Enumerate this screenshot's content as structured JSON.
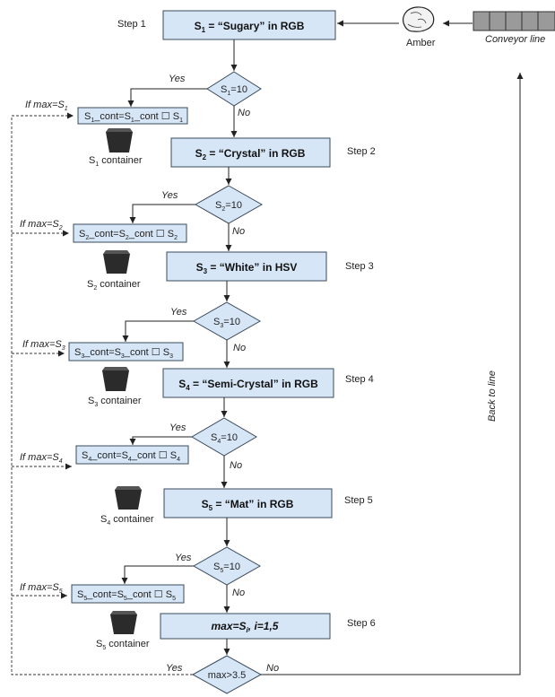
{
  "steps": [
    {
      "n": "S",
      "sub": "1",
      "text": " = “Sugary” in RGB",
      "label": "Step 1",
      "decision": {
        "n": "S",
        "sub": "1",
        "tail": "=10"
      },
      "store": {
        "a": "S",
        "asub": "1",
        "mid": "_cont=S",
        "bsub": "1",
        "end": "_cont ☐ S",
        "csub": "1"
      },
      "container": {
        "n": "S",
        "sub": "1",
        "tail": " container"
      },
      "cond": {
        "pre": "If max=S",
        "sub": "1"
      }
    },
    {
      "n": "S",
      "sub": "2",
      "text": " = “Crystal” in RGB",
      "label": "Step 2",
      "decision": {
        "n": "S",
        "sub": "2",
        "tail": "=10"
      },
      "store": {
        "a": "S",
        "asub": "2",
        "mid": "_cont=S",
        "bsub": "2",
        "end": "_cont ☐ S",
        "csub": "2"
      },
      "container": {
        "n": "S",
        "sub": "2",
        "tail": " container"
      },
      "cond": {
        "pre": "If max=S",
        "sub": "2"
      }
    },
    {
      "n": "S",
      "sub": "3",
      "text": " = “White” in HSV",
      "label": "Step 3",
      "decision": {
        "n": "S",
        "sub": "3",
        "tail": "=10"
      },
      "store": {
        "a": "S",
        "asub": "3",
        "mid": "_cont=S",
        "bsub": "3",
        "end": "_cont ☐ S",
        "csub": "3"
      },
      "container": {
        "n": "S",
        "sub": "3",
        "tail": " container"
      },
      "cond": {
        "pre": "If max=S",
        "sub": "3"
      }
    },
    {
      "n": "S",
      "sub": "4",
      "text": " = “Semi-Crystal” in RGB",
      "label": "Step 4",
      "decision": {
        "n": "S",
        "sub": "4",
        "tail": "=10"
      },
      "store": {
        "a": "S",
        "asub": "4",
        "mid": "_cont=S",
        "bsub": "4",
        "end": "_cont ☐ S",
        "csub": "4"
      },
      "container": {
        "n": "S",
        "sub": "4",
        "tail": " container"
      },
      "cond": {
        "pre": "If max=S",
        "sub": "4"
      }
    },
    {
      "n": "S",
      "sub": "5",
      "text": " = “Mat” in RGB",
      "label": "Step 5",
      "decision": {
        "n": "S",
        "sub": "5",
        "tail": "=10"
      },
      "store": {
        "a": "S",
        "asub": "5",
        "mid": "_cont=S",
        "bsub": "5",
        "end": "_cont ☐ S",
        "csub": "5"
      },
      "container": {
        "n": "S",
        "sub": "5",
        "tail": " container"
      },
      "cond": {
        "pre": "If max=S",
        "sub": "5"
      }
    }
  ],
  "step6": {
    "text": "max=S",
    "sub": "i",
    "tail": ", i=1,5",
    "label": "Step 6"
  },
  "final_decision": "max>3.5",
  "yes": "Yes",
  "no": "No",
  "amber_label": "Amber",
  "conveyor_label": "Conveyor line",
  "back_to_line": "Back to line"
}
